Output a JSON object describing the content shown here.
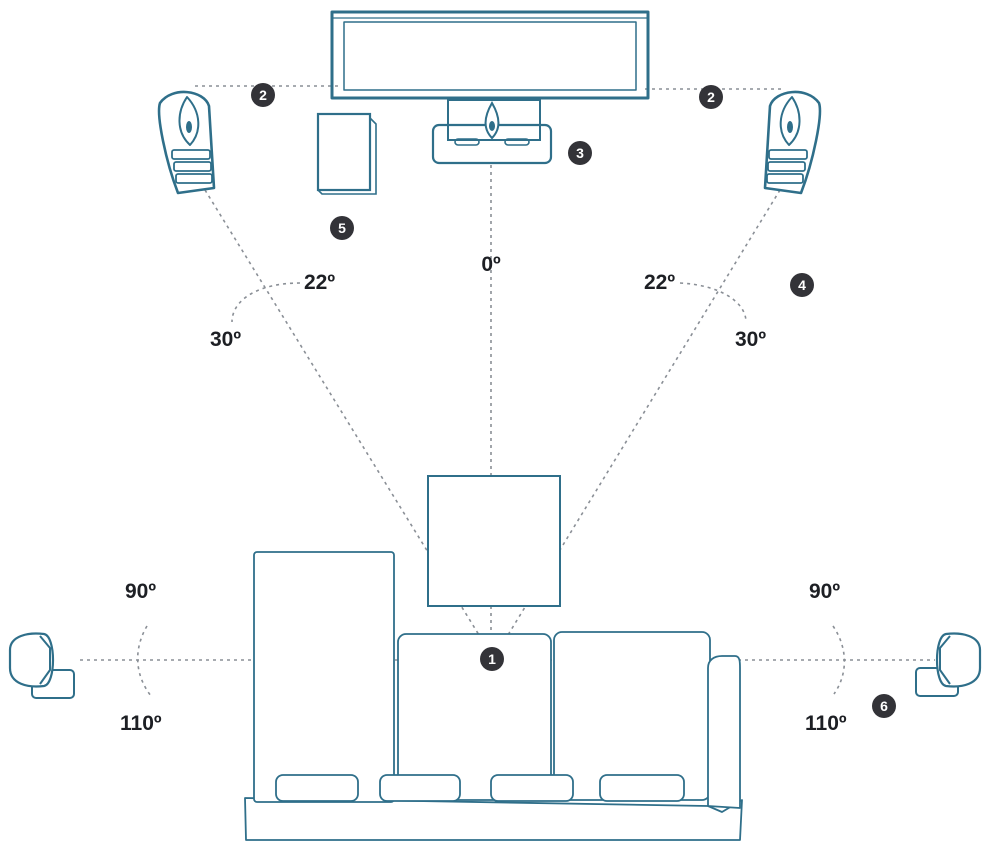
{
  "colors": {
    "outline": "#2f6f8a",
    "guide": "#8a8f96",
    "badge": "#333338",
    "text": "#1d1f24"
  },
  "angles": {
    "center": "0º",
    "front_left_inner": "22º",
    "front_left_outer": "30º",
    "front_right_inner": "22º",
    "front_right_outer": "30º",
    "side_left_top": "90º",
    "side_left_bottom": "110º",
    "side_right_top": "90º",
    "side_right_bottom": "110º"
  },
  "badges": {
    "listening_position": "1",
    "front_left_distance": "2",
    "front_right_distance": "2",
    "center_speaker": "3",
    "front_right_speaker": "4",
    "subwoofer": "5",
    "surround_speaker": "6"
  },
  "icons": {
    "tv": "tv-icon",
    "front_speaker": "floor-speaker-icon",
    "center_speaker": "center-speaker-icon",
    "subwoofer": "subwoofer-icon",
    "surround_speaker": "surround-speaker-icon",
    "sofa": "sofa-icon",
    "table": "coffee-table-icon"
  }
}
